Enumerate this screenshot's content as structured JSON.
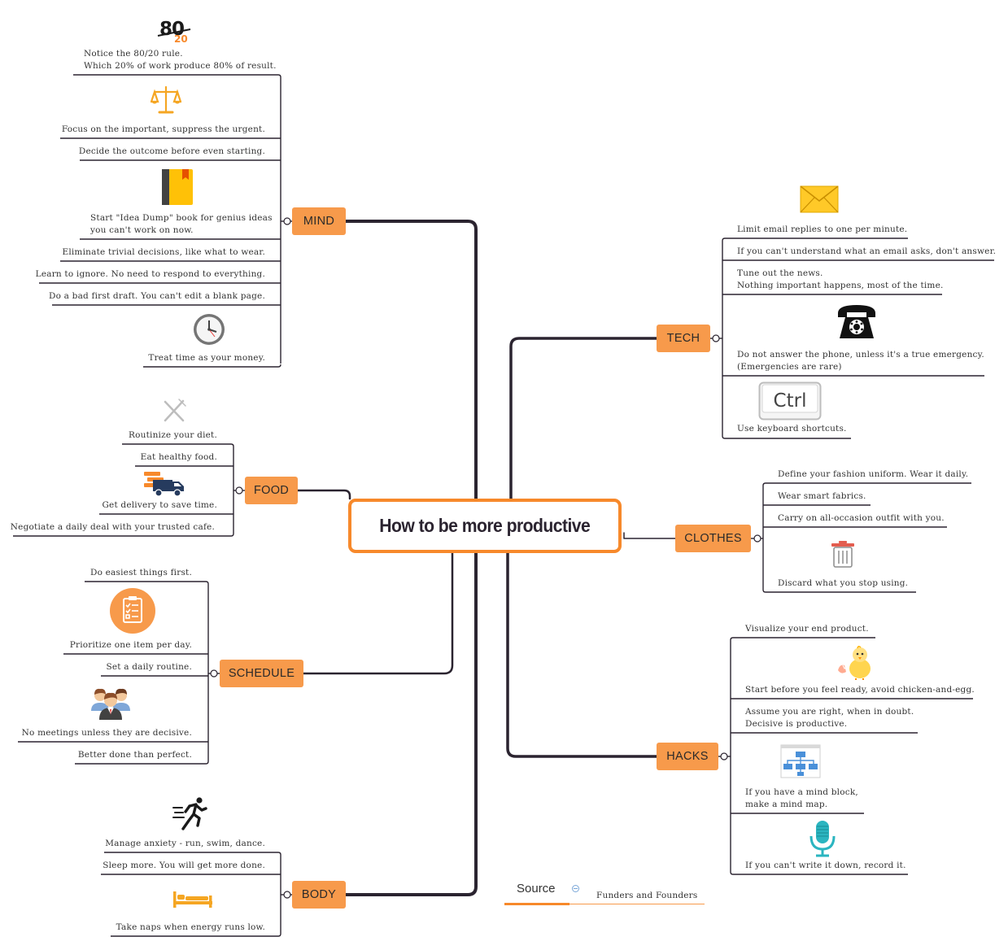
{
  "root": {
    "title": "How to be more productive"
  },
  "branches": {
    "mind": {
      "label": "MIND",
      "items": [
        {
          "lines": [
            "Notice the 80/20 rule.",
            "Which 20% of work produce 80% of result."
          ],
          "icon": "eighty-twenty-icon"
        },
        {
          "lines": [
            "Focus on the important, suppress the urgent."
          ],
          "icon": "scales-icon"
        },
        {
          "lines": [
            "Decide the outcome before even starting."
          ]
        },
        {
          "lines": [
            "Start \"Idea Dump\" book for genius ideas",
            "you can't work on now."
          ],
          "icon": "notebook-icon"
        },
        {
          "lines": [
            "Eliminate trivial decisions, like what to wear."
          ]
        },
        {
          "lines": [
            "Learn to ignore. No need to respond to everything."
          ]
        },
        {
          "lines": [
            "Do a bad first draft. You can't edit a blank page."
          ]
        },
        {
          "lines": [
            "Treat time as your money."
          ],
          "icon": "clock-icon"
        }
      ]
    },
    "food": {
      "label": "FOOD",
      "items": [
        {
          "lines": [
            "Routinize your diet."
          ],
          "icon": "fork-knife-icon"
        },
        {
          "lines": [
            "Eat healthy food."
          ]
        },
        {
          "lines": [
            "Get delivery to save time."
          ],
          "icon": "delivery-truck-icon"
        },
        {
          "lines": [
            "Negotiate a daily deal with your trusted cafe."
          ]
        }
      ]
    },
    "schedule": {
      "label": "SCHEDULE",
      "items": [
        {
          "lines": [
            "Do easiest things first."
          ]
        },
        {
          "lines": [
            "Prioritize one item per day."
          ],
          "icon": "clipboard-checklist-icon"
        },
        {
          "lines": [
            "Set a daily routine."
          ]
        },
        {
          "lines": [
            "No meetings unless they are decisive."
          ],
          "icon": "people-group-icon"
        },
        {
          "lines": [
            "Better done than perfect."
          ]
        }
      ]
    },
    "body": {
      "label": "BODY",
      "items": [
        {
          "lines": [
            "Manage anxiety - run, swim, dance."
          ],
          "icon": "runner-icon"
        },
        {
          "lines": [
            "Sleep more. You will get more done."
          ]
        },
        {
          "lines": [
            "Take naps when energy runs low."
          ],
          "icon": "bed-icon"
        }
      ]
    },
    "tech": {
      "label": "TECH",
      "items": [
        {
          "lines": [
            "Limit email replies to one per minute."
          ],
          "icon": "envelope-icon"
        },
        {
          "lines": [
            "If you can't understand what an email asks, don't answer."
          ]
        },
        {
          "lines": [
            "Tune out the news.",
            "Nothing important happens, most of the time."
          ]
        },
        {
          "lines": [
            "Do not answer the phone, unless it's a true emergency.",
            "(Emergencies are rare)"
          ],
          "icon": "telephone-icon"
        },
        {
          "lines": [
            "Use keyboard shortcuts."
          ],
          "icon": "ctrl-key-icon",
          "icon_text": "Ctrl"
        }
      ]
    },
    "clothes": {
      "label": "CLOTHES",
      "items": [
        {
          "lines": [
            "Define your fashion uniform. Wear it daily."
          ]
        },
        {
          "lines": [
            "Wear smart fabrics."
          ]
        },
        {
          "lines": [
            "Carry on all-occasion outfit with you."
          ]
        },
        {
          "lines": [
            "Discard what you stop using."
          ],
          "icon": "trash-can-icon"
        }
      ]
    },
    "hacks": {
      "label": "HACKS",
      "items": [
        {
          "lines": [
            "Visualize your end product."
          ]
        },
        {
          "lines": [
            "Start before you feel ready, avoid chicken-and-egg."
          ],
          "icon": "chick-icon"
        },
        {
          "lines": [
            "Assume you are right, when in doubt.",
            "Decisive is productive."
          ]
        },
        {
          "lines": [
            "If you have a mind block,",
            "make a mind map."
          ],
          "icon": "org-chart-icon"
        },
        {
          "lines": [
            "If you can't write it down, record it."
          ],
          "icon": "microphone-icon"
        }
      ]
    }
  },
  "source": {
    "label": "Source",
    "value": "Funders and Founders"
  },
  "colors": {
    "branch_fill": "#f79a4b",
    "root_border": "#f7892b",
    "connector": "#2b2430",
    "leaf_underline": "#2b2430"
  }
}
